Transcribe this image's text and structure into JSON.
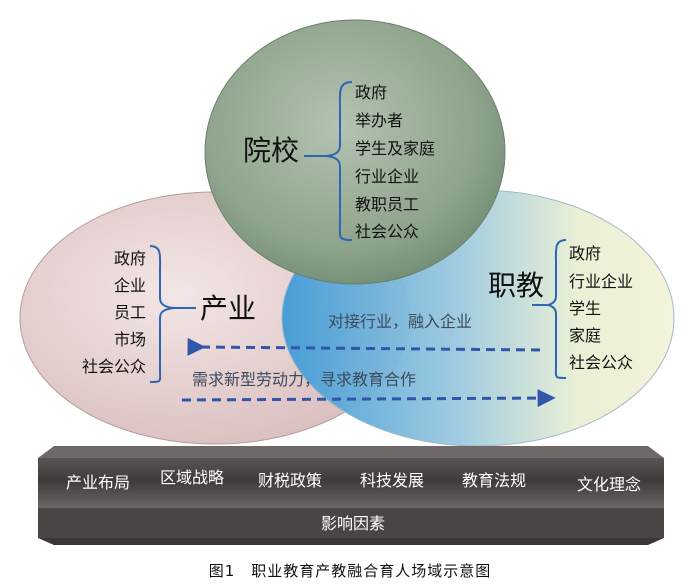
{
  "colors": {
    "school_fill": "#8fa48c",
    "industry_fill": "#e2c9c9",
    "vocational_fill_left": "#3f9bd8",
    "vocational_fill_right": "#f0f2d2",
    "brace": "#2f66b3",
    "arrow": "#2f56a8",
    "bar_top": "#4a4443",
    "bar_bottom": "#6b6564"
  },
  "school": {
    "title": "院校",
    "items": [
      "政府",
      "举办者",
      "学生及家庭",
      "行业企业",
      "教职员工",
      "社会公众"
    ]
  },
  "industry": {
    "title": "产业",
    "items": [
      "政府",
      "企业",
      "员工",
      "市场",
      "社会公众"
    ]
  },
  "vocational": {
    "title": "职教",
    "items": [
      "政府",
      "行业企业",
      "学生",
      "家庭",
      "社会公众"
    ]
  },
  "arrows": {
    "top_label": "对接行业，融入企业",
    "bottom_label": "需求新型劳动力，寻求教育合作"
  },
  "factors": {
    "items": [
      "产业布局",
      "区域战略",
      "财税政策",
      "科技发展",
      "教育法规",
      "文化理念"
    ],
    "label": "影响因素"
  },
  "caption": "图1　职业教育产教融合育人场域示意图"
}
